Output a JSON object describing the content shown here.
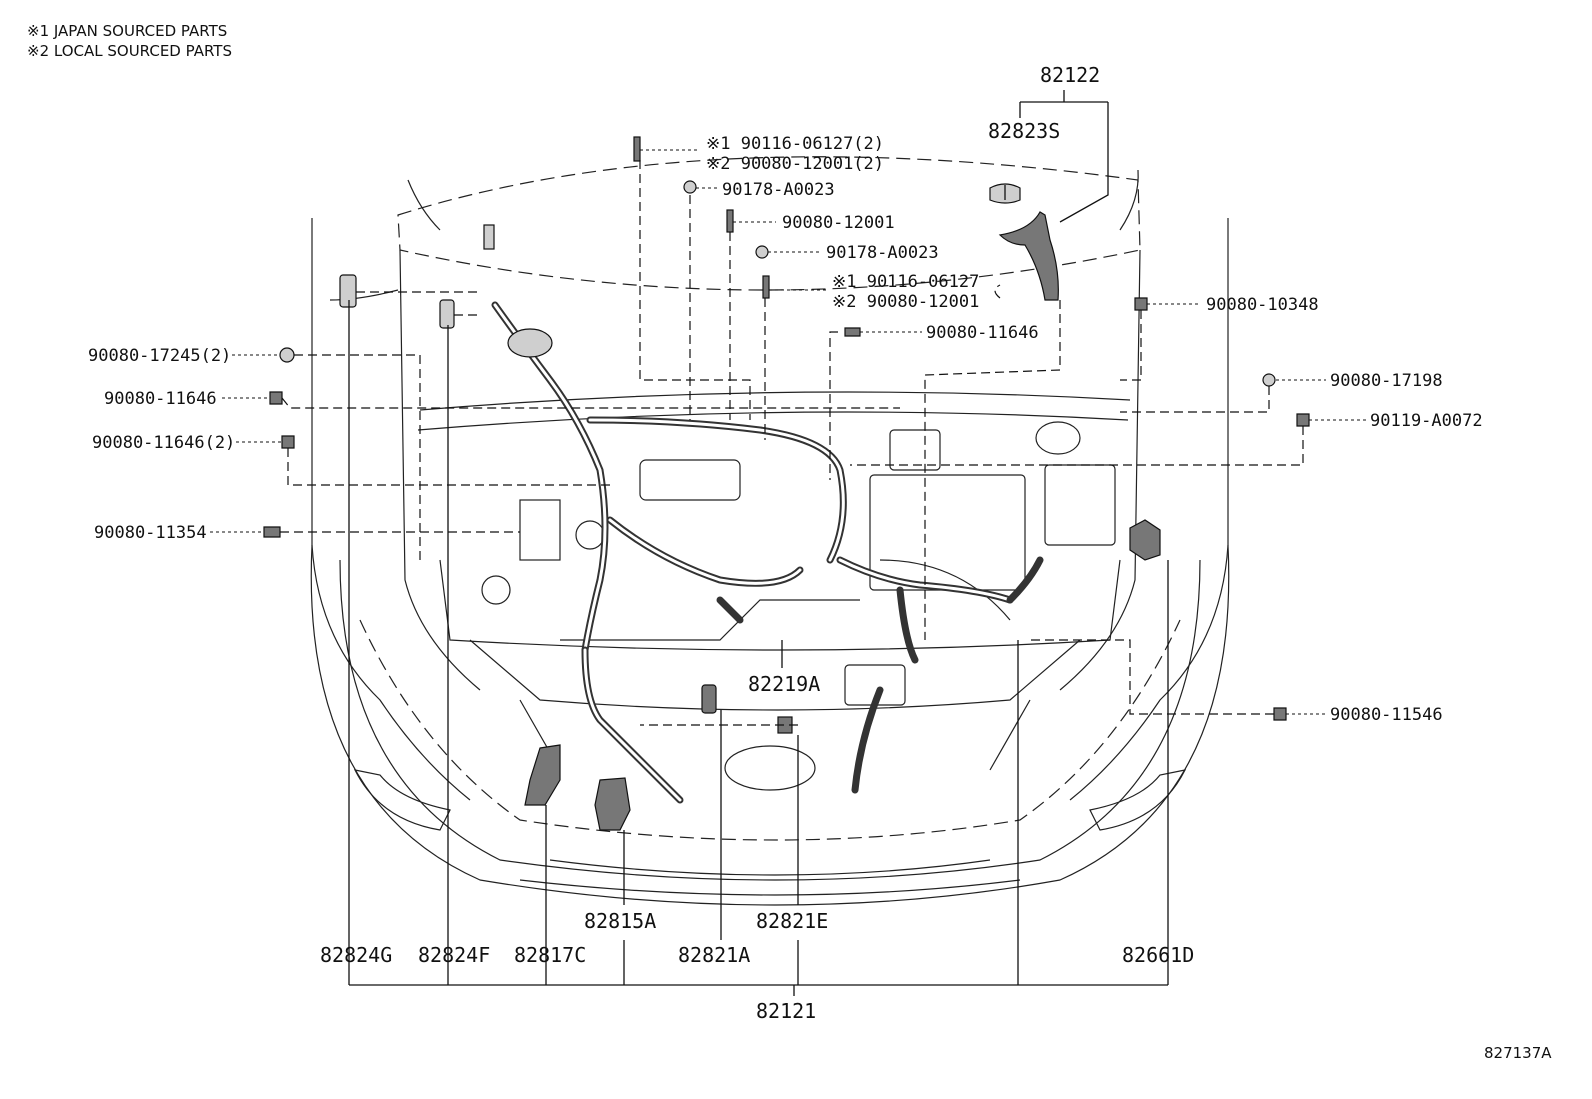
{
  "notes": {
    "japan": "※1 JAPAN SOURCED PARTS",
    "local": "※2 LOCAL SOURCED PARTS"
  },
  "diagram_id": "827137A",
  "assembly_numbers": {
    "top": "82122",
    "bottom": "82121"
  },
  "callouts": {
    "p82823S": "82823S",
    "p90116_06127_2": "※1 90116-06127(2)",
    "p90080_12001_2": "※2 90080-12001(2)",
    "p90178_A0023_a": "90178-A0023",
    "p90080_12001": "90080-12001",
    "p90178_A0023_b": "90178-A0023",
    "p90116_06127": "※1 90116-06127",
    "p90080_12001_b": "※2 90080-12001",
    "p90080_11646_top": "90080-11646",
    "p90080_10348": "90080-10348",
    "p90080_17198": "90080-17198",
    "p90119_A0072": "90119-A0072",
    "p90080_17245_2": "90080-17245(2)",
    "p90080_11646_left": "90080-11646",
    "p90080_11646_2": "90080-11646(2)",
    "p90080_11354": "90080-11354",
    "p90080_11546": "90080-11546",
    "p82219A": "82219A",
    "p82815A": "82815A",
    "p82821E": "82821E",
    "p82824G": "82824G",
    "p82824F": "82824F",
    "p82817C": "82817C",
    "p82821A": "82821A",
    "p82661D": "82661D"
  }
}
